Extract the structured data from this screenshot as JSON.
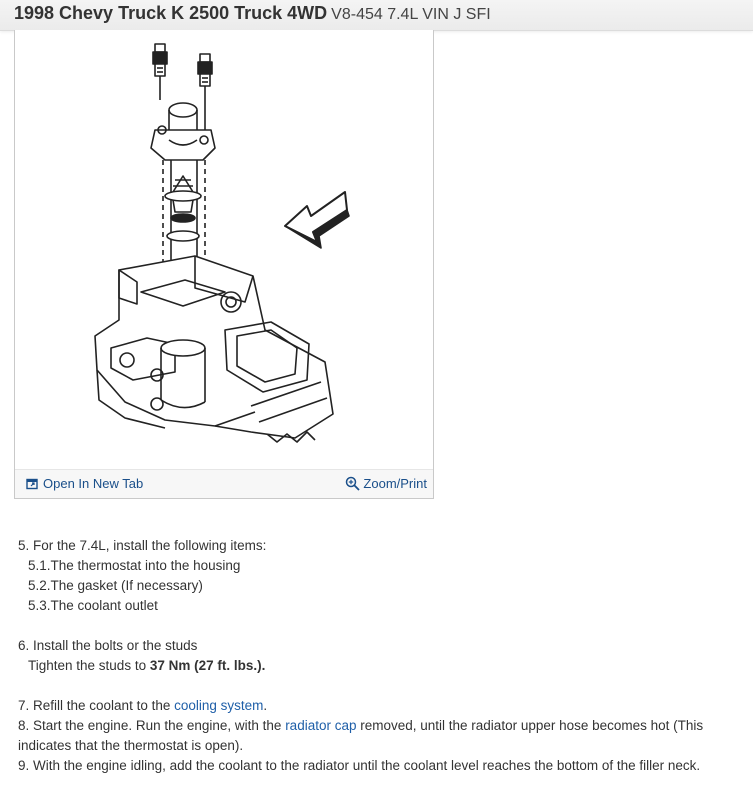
{
  "header": {
    "title": "1998 Chevy Truck K 2500 Truck 4WD",
    "subtitle": "V8-454 7.4L VIN J SFI"
  },
  "figure": {
    "open_tab_label": "Open In New Tab",
    "zoom_label": "Zoom/Print"
  },
  "steps": {
    "s5": "5. For the 7.4L, install the following items:",
    "s5_1": "5.1.The thermostat into the housing",
    "s5_2": "5.2.The gasket (If necessary)",
    "s5_3": "5.3.The coolant outlet",
    "s6": "6. Install the bolts or the studs",
    "s6_torque_prefix": "Tighten the studs to ",
    "s6_torque_value": "37 Nm (27 ft. lbs.).",
    "s7_prefix": "7. Refill the coolant to the ",
    "s7_link": "cooling system",
    "s7_suffix": ".",
    "s8_prefix": "8. Start the engine. Run the engine, with the ",
    "s8_link": "radiator cap",
    "s8_suffix": " removed, until the radiator upper hose becomes hot (This indicates that the thermostat is open).",
    "s9": "9. With the engine idling, add the coolant to the radiator until the coolant level reaches the bottom of the filler neck."
  },
  "colors": {
    "link": "#1f5fa8",
    "toolbar_link": "#1a4f8a"
  }
}
